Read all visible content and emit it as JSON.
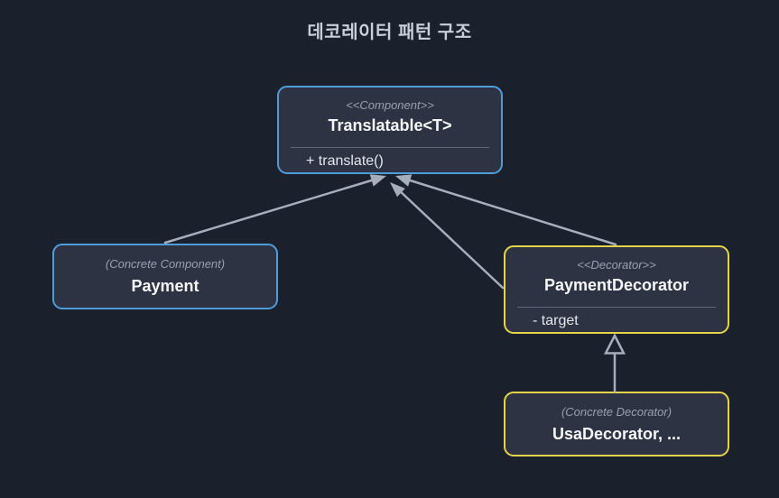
{
  "title": "데코레이터 패턴 구조",
  "colors": {
    "background": "#1a202c",
    "node_fill": "#2e3343",
    "component_border": "#4f9cd9",
    "decorator_border": "#e5d34b",
    "edge": "#a6aebb",
    "stereotype_text": "#98a0ac",
    "name_text": "#f6f7f9",
    "member_text": "#e3e7ec",
    "title_text": "#c9cfd9"
  },
  "nodes": [
    {
      "id": "translatable",
      "kind": "component",
      "stereotype": "<<Component>>",
      "name": "Translatable<T>",
      "members": [
        "+ translate()"
      ]
    },
    {
      "id": "payment",
      "kind": "component",
      "stereotype": "(Concrete Component)",
      "name": "Payment",
      "members": []
    },
    {
      "id": "payment-decorator",
      "kind": "decorator",
      "stereotype": "<<Decorator>>",
      "name": "PaymentDecorator",
      "members": [
        "- target"
      ]
    },
    {
      "id": "usa-decorator",
      "kind": "decorator",
      "stereotype": "(Concrete Decorator)",
      "name": "UsaDecorator, ...",
      "members": []
    }
  ],
  "edges": [
    {
      "from": "Payment",
      "to": "Translatable<T>",
      "type": "generalization"
    },
    {
      "from": "PaymentDecorator",
      "to": "Translatable<T>",
      "type": "generalization"
    },
    {
      "from": "PaymentDecorator",
      "to": "Translatable<T>",
      "type": "association-target"
    },
    {
      "from": "UsaDecorator, ...",
      "to": "PaymentDecorator",
      "type": "generalization"
    }
  ]
}
